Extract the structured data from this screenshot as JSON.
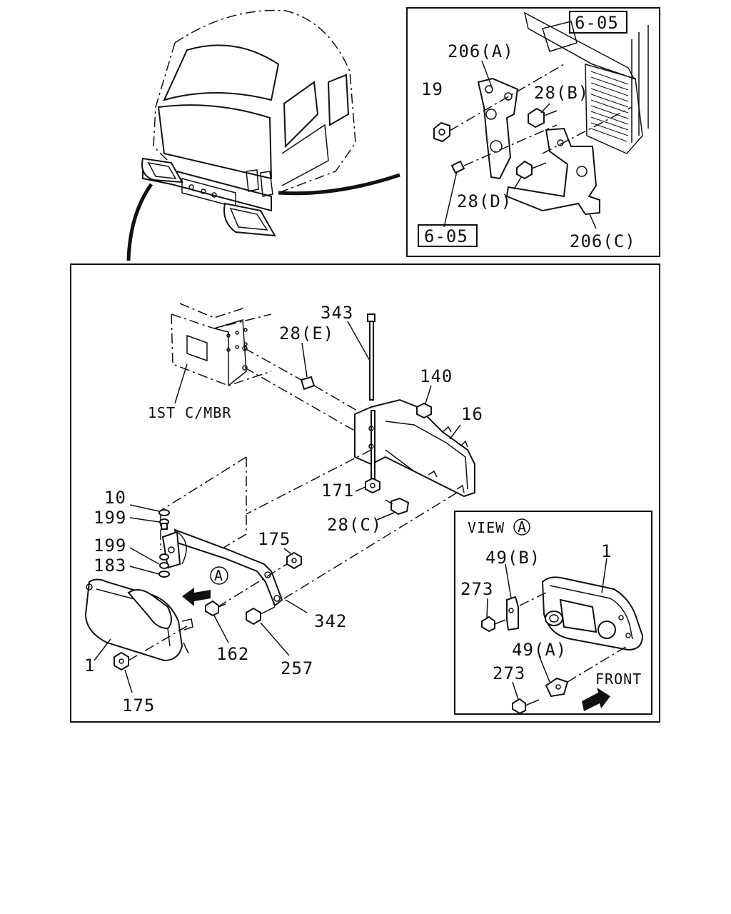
{
  "cab_inset": {
    "ref_top": "6-05",
    "ref_bottom": "6-05",
    "labels": {
      "p206a": "206(A)",
      "p19": "19",
      "p28b": "28(B)",
      "p28d": "28(D)",
      "p206c": "206(C)"
    }
  },
  "main": {
    "labels": {
      "p343": "343",
      "p28e": "28(E)",
      "p140": "140",
      "p16": "16",
      "crossmember": "1ST C/MBR",
      "p10": "10",
      "p199a": "199",
      "p199b": "199",
      "p183": "183",
      "p171": "171",
      "p28c": "28(C)",
      "p175a": "175",
      "view_ref": "A",
      "p342": "342",
      "p162": "162",
      "p257": "257",
      "p1": "1",
      "p175b": "175"
    }
  },
  "view_a": {
    "title": "VIEW",
    "title_ref": "A",
    "labels": {
      "p1": "1",
      "p49b": "49(B)",
      "p273a": "273",
      "p49a": "49(A)",
      "p273b": "273",
      "front": "FRONT"
    }
  }
}
